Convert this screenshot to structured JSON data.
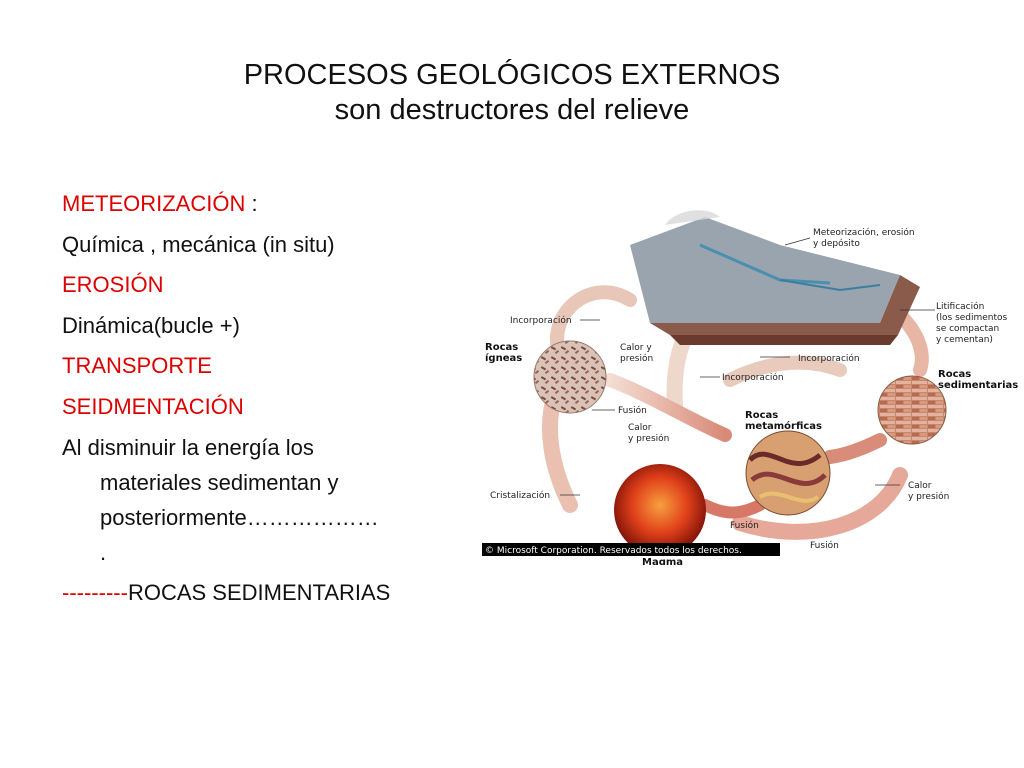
{
  "slide": {
    "title_line1": "PROCESOS GEOLÓGICOS EXTERNOS",
    "title_line2": "son  destructores del relieve"
  },
  "content": {
    "meteorizacion": "METEORIZACIÓN",
    "meteorizacion_suffix": " :",
    "quimica": "Química , mecánica (in situ)",
    "erosion": "EROSIÓN",
    "dinamica": "Dinámica(bucle +)",
    "transporte": "TRANSPORTE",
    "sedimentacion": "SEIDMENTACIÓN",
    "para_line1": "Al disminuir la energía los",
    "para_line2": "materiales sedimentan y",
    "para_line3": "posteriormente………………",
    "para_line4": ".",
    "rocas_dashes": "---------",
    "rocas_label": "ROCAS SEDIMENTARIAS"
  },
  "diagram": {
    "labels": {
      "meteorizacion_1": "Meteorización, erosión",
      "meteorizacion_2": "y depósito",
      "litificacion_1": "Litificación",
      "litificacion_2": "(los sedimentos",
      "litificacion_3": "se compactan",
      "litificacion_4": "y cementan)",
      "incorporacion_left": "Incorporación",
      "incorporacion_right": "Incorporación",
      "incorporacion_center": "Incorporación",
      "rocas_igneas_1": "Rocas",
      "rocas_igneas_2": "ígneas",
      "calor_presion_1a": "Calor y",
      "calor_presion_1b": "presión",
      "rocas_sedimentarias_1": "Rocas",
      "rocas_sedimentarias_2": "sedimentarias",
      "fusion_1": "Fusión",
      "calor_presion_2a": "Calor",
      "calor_presion_2b": "y presión",
      "rocas_metamorficas_1": "Rocas",
      "rocas_metamorficas_2": "metamórficas",
      "cristalizacion": "Cristalización",
      "calor_presion_3a": "Calor",
      "calor_presion_3b": "y presión",
      "fusion_2": "Fusión",
      "fusion_3": "Fusión",
      "magma": "Magma",
      "copyright": "© Microsoft Corporation. Reservados todos los derechos."
    }
  }
}
